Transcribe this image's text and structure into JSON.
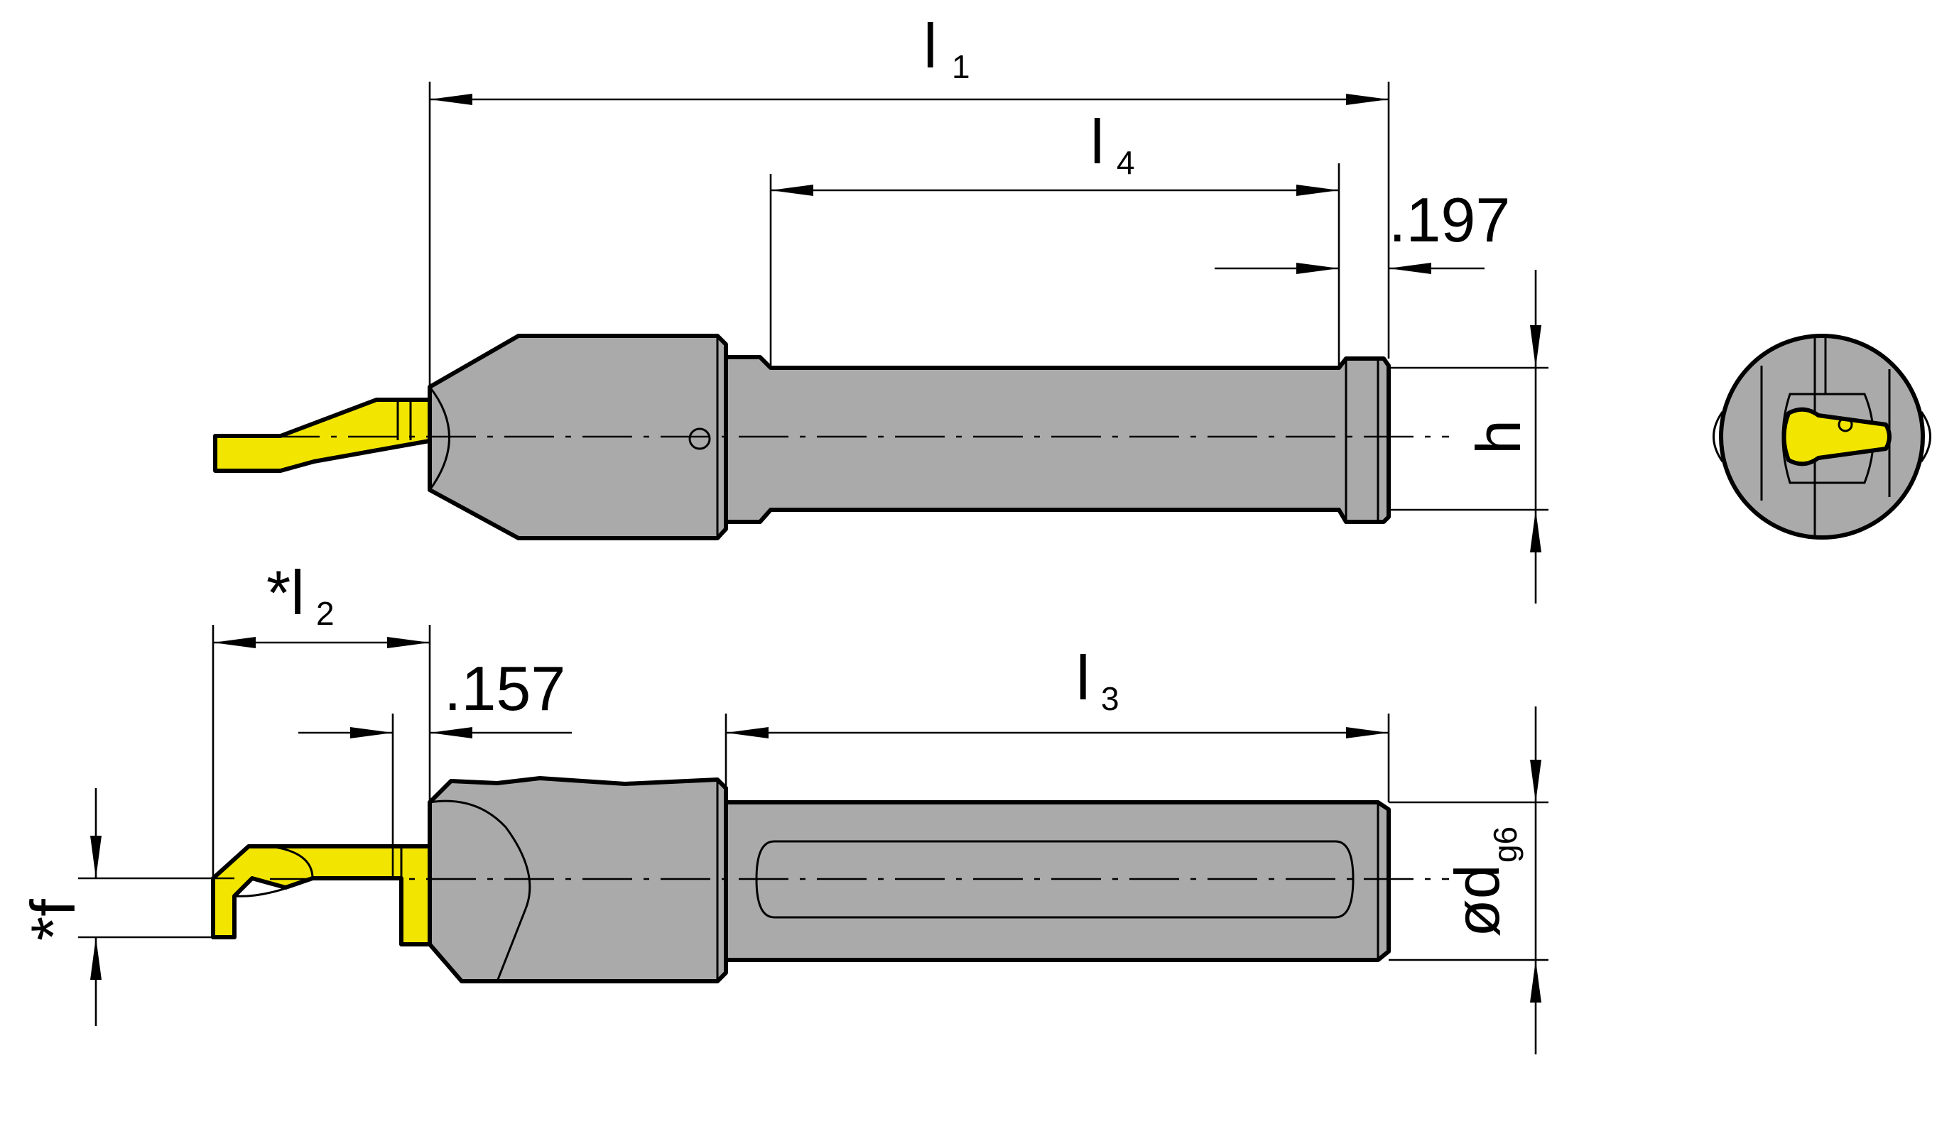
{
  "labels": {
    "l1": {
      "main": "l",
      "sub": "1"
    },
    "l2": {
      "main": "*l",
      "sub": "2"
    },
    "l3": {
      "main": "l",
      "sub": "3"
    },
    "l4": {
      "main": "l",
      "sub": "4"
    },
    "h": "h",
    "d": {
      "main": "ød",
      "sub": "g6"
    },
    "f": "*f",
    "dim_197": ".197",
    "dim_157": ".157"
  },
  "colors": {
    "body": "#aaaaaa",
    "insert": "#f2e600",
    "line": "#000000"
  }
}
